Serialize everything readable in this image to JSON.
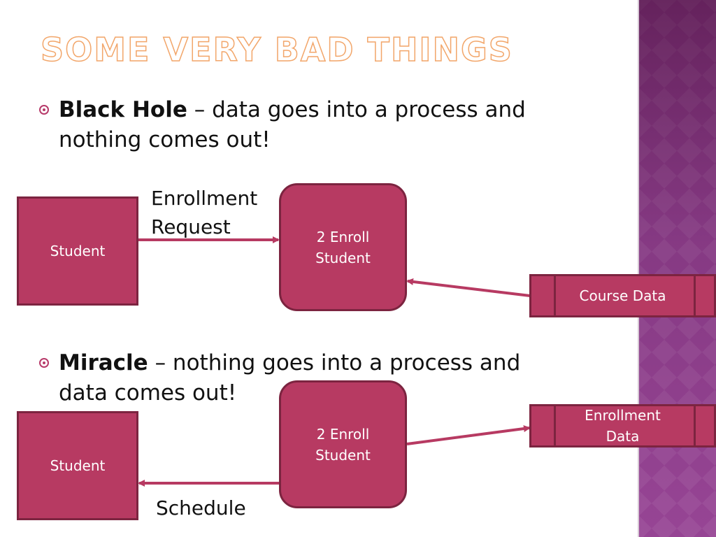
{
  "slide": {
    "title": "Some Very Bad Things",
    "bullets": [
      {
        "term": "Black Hole",
        "desc": " – data goes into a process and nothing comes out!"
      },
      {
        "term": "Miracle",
        "desc": " – nothing goes into a process and data comes out!"
      }
    ]
  },
  "diagram1": {
    "entity": "Student",
    "process_line1": "2 Enroll",
    "process_line2": "Student",
    "flow_label_line1": "Enrollment",
    "flow_label_line2": "Request",
    "store": "Course Data"
  },
  "diagram2": {
    "entity": "Student",
    "process_line1": "2 Enroll",
    "process_line2": "Student",
    "store_line1": "Enrollment",
    "store_line2": "Data",
    "flow_label": "Schedule"
  },
  "colors": {
    "accent": "#b73a62",
    "border": "#7c2440",
    "title_outline": "#f2a66a",
    "sidebar": "#8a3f8a"
  }
}
